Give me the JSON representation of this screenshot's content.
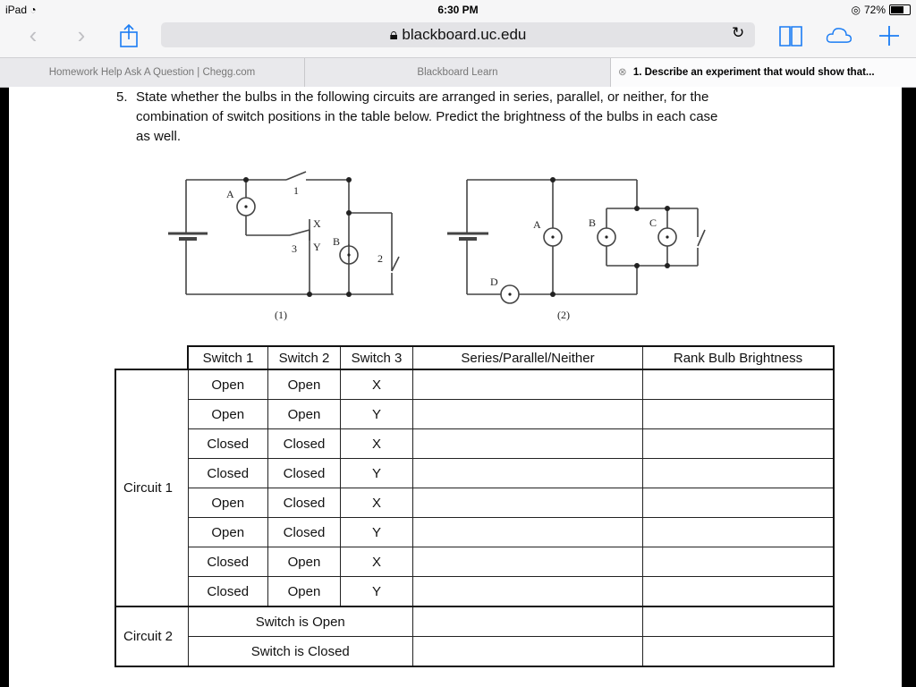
{
  "status_bar": {
    "device": "iPad",
    "time": "6:30 PM",
    "battery": "72%",
    "battery_level": 0.72
  },
  "browser": {
    "url": "blackboard.uc.edu",
    "tabs": [
      {
        "label": "Homework Help Ask A Question | Chegg.com"
      },
      {
        "label": "Blackboard Learn"
      },
      {
        "label": "1.     Describe an experiment that would show that..."
      }
    ],
    "icons": [
      "back-icon",
      "forward-icon",
      "share-icon",
      "lock-icon",
      "reload-icon",
      "bookmarks-icon",
      "icloud-tabs-icon",
      "new-tab-icon",
      "close-tab-icon"
    ]
  },
  "question": {
    "number": "5.",
    "lines": [
      "State whether the bulbs in the following circuits are arranged in series, parallel, or neither, for the",
      "combination of switch positions in the table below.  Predict the brightness of the bulbs in each case",
      "as well."
    ]
  },
  "diagram": {
    "circuit1": {
      "caption": "(1)",
      "labels": [
        "A",
        "1",
        "X",
        "Y",
        "3",
        "B",
        "2"
      ]
    },
    "circuit2": {
      "caption": "(2)",
      "labels": [
        "A",
        "B",
        "C",
        "D"
      ]
    }
  },
  "table": {
    "headers": [
      "Switch 1",
      "Switch 2",
      "Switch 3",
      "Series/Parallel/Neither",
      "Rank Bulb Brightness"
    ],
    "circuit1_label": "Circuit 1",
    "circuit1_rows": [
      [
        "Open",
        "Open",
        "X"
      ],
      [
        "Open",
        "Open",
        "Y"
      ],
      [
        "Closed",
        "Closed",
        "X"
      ],
      [
        "Closed",
        "Closed",
        "Y"
      ],
      [
        "Open",
        "Closed",
        "X"
      ],
      [
        "Open",
        "Closed",
        "Y"
      ],
      [
        "Closed",
        "Open",
        "X"
      ],
      [
        "Closed",
        "Open",
        "Y"
      ]
    ],
    "circuit2_label": "Circuit 2",
    "circuit2_rows": [
      "Switch is Open",
      "Switch is Closed"
    ]
  }
}
